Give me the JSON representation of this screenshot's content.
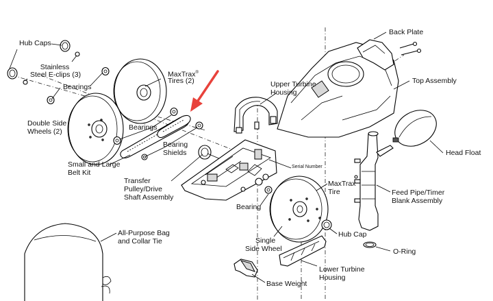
{
  "labels": {
    "back_plate": "Back Plate",
    "hub_caps": "Hub Caps",
    "stainless_eclips_1": "Stainless",
    "stainless_eclips_2": "Steel E-clips (3)",
    "maxtrax_tires_1": "MaxTrax",
    "maxtrax_tires_sup": "®",
    "maxtrax_tires_2": "Tires (2)",
    "bearings_top": "Bearings",
    "upper_turbine_1": "Upper Turbine",
    "upper_turbine_2": "Housing",
    "top_assembly": "Top Assembly",
    "double_side_1": "Double Side",
    "double_side_2": "Wheels (2)",
    "bearings_mid": "Bearings",
    "bearing_shields_1": "Bearing",
    "bearing_shields_2": "Shields",
    "head_float": "Head Float",
    "belt_kit_1": "Small and Large",
    "belt_kit_2": "Belt Kit",
    "serial_number": "Serial Number",
    "transfer_1": "Transfer",
    "transfer_2": "Pulley/Drive",
    "transfer_3": "Shaft Assembly",
    "maxtrax_tire_1": "MaxTrax",
    "maxtrax_tire_2": "Tire",
    "feed_pipe_1": "Feed Pipe/Timer",
    "feed_pipe_2": "Blank Assembly",
    "bearing_single": "Bearing",
    "all_purpose_1": "All-Purpose Bag",
    "all_purpose_2": "and Collar Tie",
    "hub_cap": "Hub Cap",
    "single_side_1": "Single",
    "single_side_2": "Side Wheel",
    "o_ring": "O-Ring",
    "base_weight": "Base Weight",
    "lower_turbine_1": "Lower Turbine",
    "lower_turbine_2": "Housing"
  },
  "colors": {
    "arrow": "#e8423b",
    "ink": "#000000"
  }
}
